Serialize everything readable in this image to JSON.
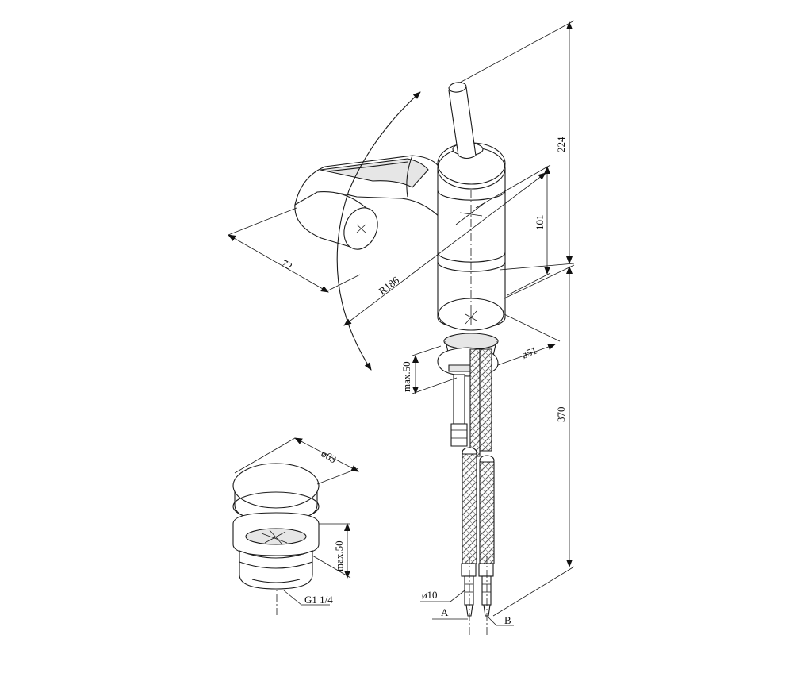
{
  "dimensions": {
    "width_72": "72",
    "radius_186": "R186",
    "height_224": "224",
    "height_101": "101",
    "height_370": "370",
    "diameter_51": "ø51",
    "max_50_top": "max.50",
    "diameter_63": "ø63",
    "max_50_waste": "max.50",
    "thread_g1_1_4": "G1 1/4",
    "diameter_10": "ø10"
  },
  "connections": {
    "label_a": "A",
    "label_b": "B"
  }
}
